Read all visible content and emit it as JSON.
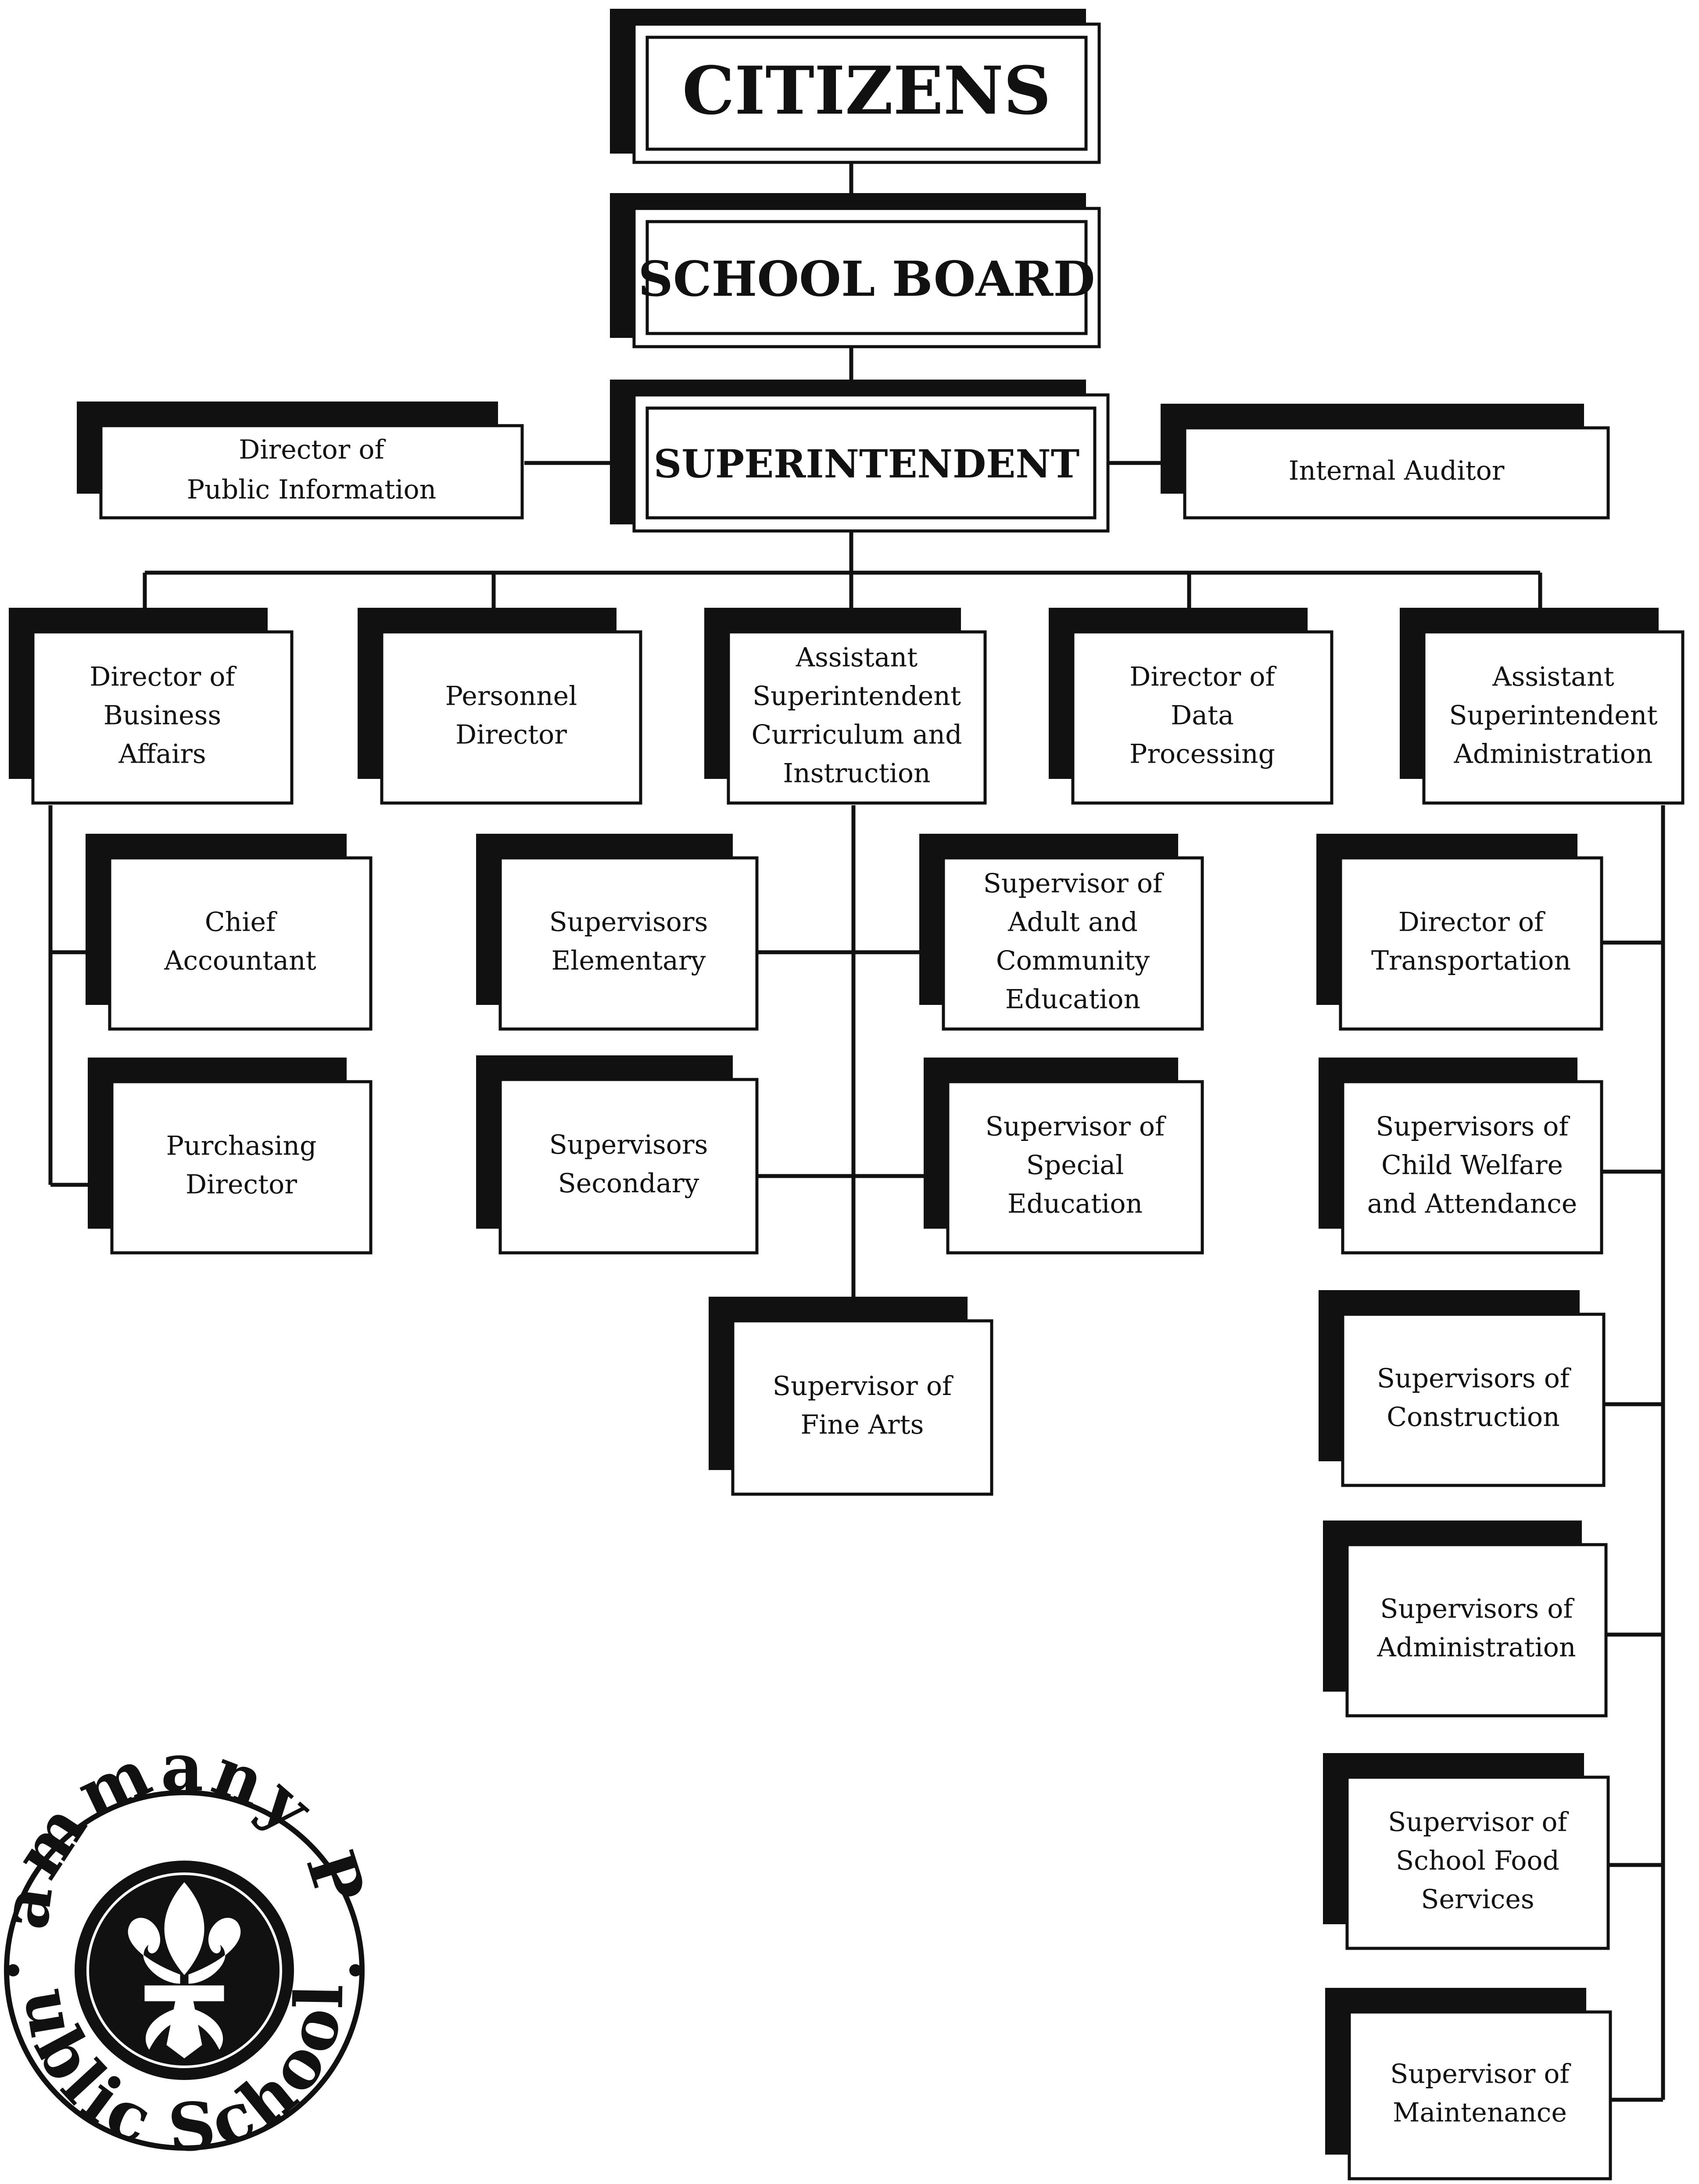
{
  "top": {
    "citizens": "CITIZENS",
    "school_board": "SCHOOL BOARD",
    "superintendent": "SUPERINTENDENT"
  },
  "staff": {
    "public_info": [
      "Director of",
      "Public Information"
    ],
    "auditor": [
      "Internal Auditor"
    ]
  },
  "departments": [
    {
      "id": "business",
      "label": [
        "Director of",
        "Business",
        "Affairs"
      ]
    },
    {
      "id": "personnel",
      "label": [
        "Personnel",
        "Director"
      ]
    },
    {
      "id": "curriculum",
      "label": [
        "Assistant",
        "Superintendent",
        "Curriculum and",
        "Instruction"
      ]
    },
    {
      "id": "data",
      "label": [
        "Director of",
        "Data",
        "Processing"
      ]
    },
    {
      "id": "administration",
      "label": [
        "Assistant",
        "Superintendent",
        "Administration"
      ]
    }
  ],
  "business_units": [
    {
      "id": "chief-accountant",
      "label": [
        "Chief",
        "Accountant"
      ]
    },
    {
      "id": "purchasing",
      "label": [
        "Purchasing",
        "Director"
      ]
    }
  ],
  "curriculum_units": [
    {
      "id": "supervisors-elementary",
      "label": [
        "Supervisors",
        "Elementary"
      ]
    },
    {
      "id": "supervisors-secondary",
      "label": [
        "Supervisors",
        "Secondary"
      ]
    },
    {
      "id": "adult-community",
      "label": [
        "Supervisor of",
        "Adult and",
        "Community",
        "Education"
      ]
    },
    {
      "id": "special-education",
      "label": [
        "Supervisor of",
        "Special",
        "Education"
      ]
    },
    {
      "id": "fine-arts",
      "label": [
        "Supervisor of",
        "Fine Arts"
      ]
    }
  ],
  "admin_units": [
    {
      "id": "transportation",
      "label": [
        "Director of",
        "Transportation"
      ]
    },
    {
      "id": "child-welfare",
      "label": [
        "Supervisors of",
        "Child Welfare",
        "and Attendance"
      ]
    },
    {
      "id": "construction",
      "label": [
        "Supervisors of",
        "Construction"
      ]
    },
    {
      "id": "administration",
      "label": [
        "Supervisors of",
        "Administration"
      ]
    },
    {
      "id": "food-services",
      "label": [
        "Supervisor of",
        "School Food",
        "Services"
      ]
    },
    {
      "id": "maintenance",
      "label": [
        "Supervisor of",
        "Maintenance"
      ]
    }
  ],
  "seal": {
    "top_text": "St. Tammany Parish",
    "bottom_text": "Public Schools",
    "icon": "fleur-de-lis-icon"
  }
}
